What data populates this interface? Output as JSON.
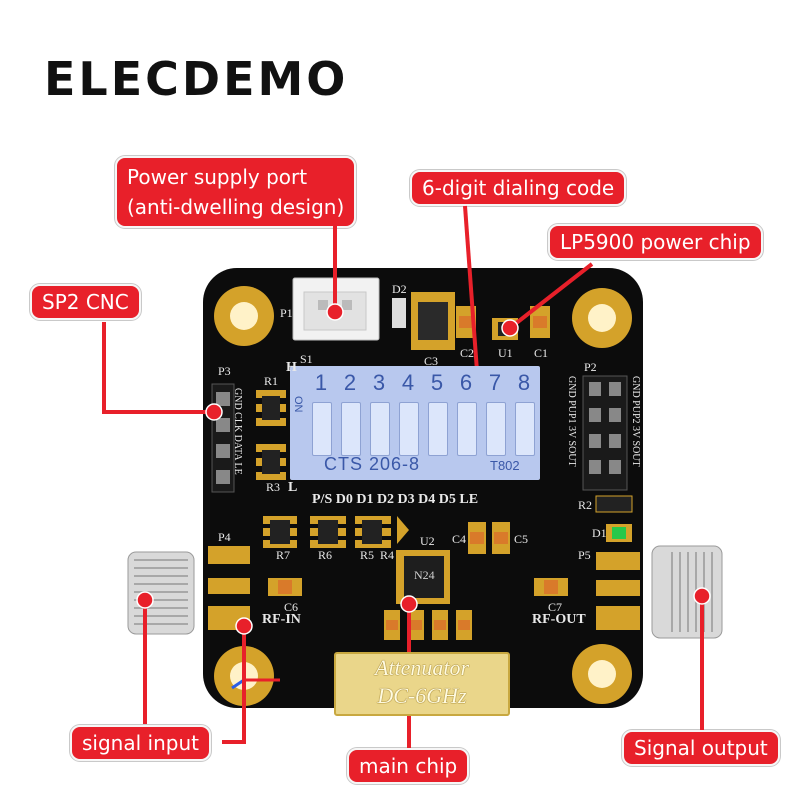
{
  "brand": "ELECDEMO",
  "callouts": {
    "power_port": [
      "Power supply port",
      "(anti-dwelling design)"
    ],
    "dialing": "6-digit dialing code",
    "power_chip": "LP5900 power chip",
    "sp2": "SP2 CNC",
    "signal_input": "signal input",
    "main_chip": "main chip",
    "signal_output": "Signal output"
  },
  "dip": {
    "numbers": [
      "1",
      "2",
      "3",
      "4",
      "5",
      "6",
      "7",
      "8"
    ],
    "label": "CTS 206-8",
    "code": "T802",
    "on": "ON"
  },
  "silk": {
    "p1": "P1",
    "d2": "D2",
    "c3": "C3",
    "c2": "C2",
    "u1": "U1",
    "c1": "C1",
    "s1": "S1",
    "h": "H",
    "p3": "P3",
    "r1": "R1",
    "r3": "R3",
    "l": "L",
    "p2": "P2",
    "pins_left": "GND CLK DATA LE",
    "pins_p2_left": "GND PUP1 3V SOUT",
    "pins_p2_right": "GND PUP2 3V SOUT",
    "bits": "P/S  D0  D1  D2  D3  D4  D5  LE",
    "r2": "R2",
    "d1": "D1",
    "p4": "P4",
    "p5": "P5",
    "r7": "R7",
    "r6": "R6",
    "r5": "R5",
    "r4": "R4",
    "u2": "U2",
    "c4": "C4",
    "c5": "C5",
    "c6": "C6",
    "c7": "C7",
    "rf_in": "RF-IN",
    "rf_out": "RF-OUT",
    "chip": "N24"
  },
  "attenuator": {
    "line1": "Attenuator",
    "line2": "DC-6GHz"
  },
  "colors": {
    "callout": "#e8202a",
    "board": "#0c0c0c",
    "gold": "#d4a22a",
    "dip": "#b8c8ee"
  }
}
